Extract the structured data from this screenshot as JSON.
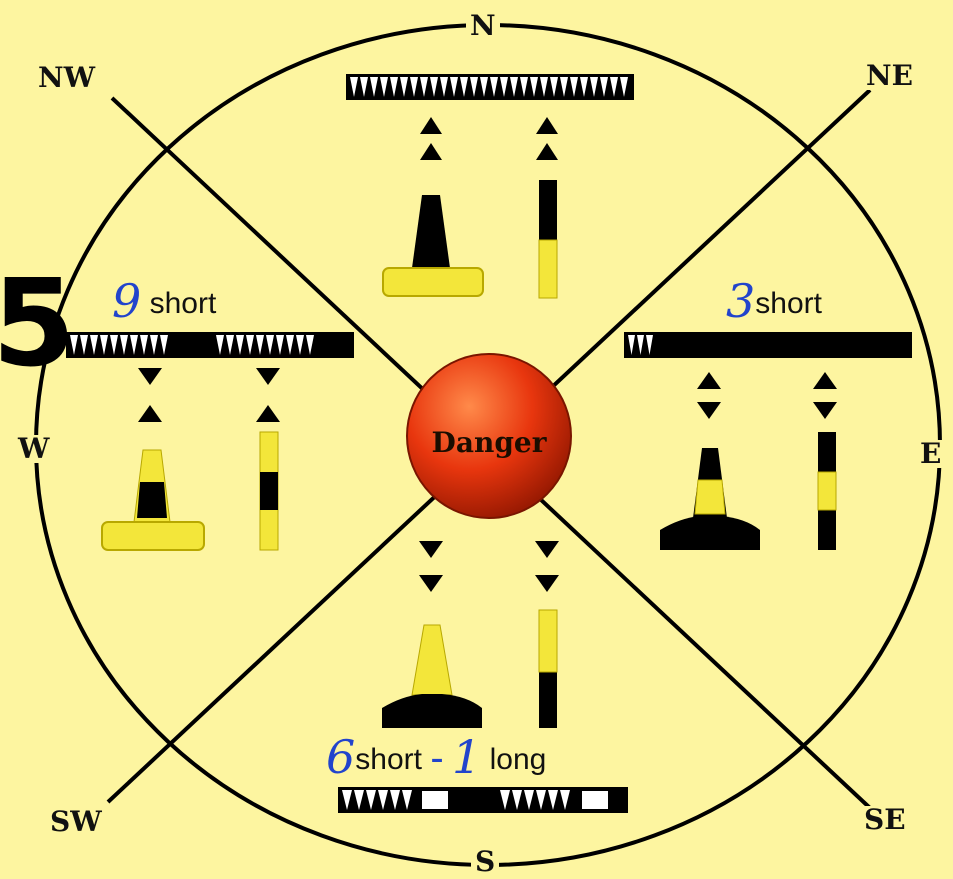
{
  "compass": {
    "north": "N",
    "north_east": "NE",
    "east": "E",
    "south_east": "SE",
    "south": "S",
    "south_west": "SW",
    "west": "W",
    "north_west": "NW"
  },
  "center": {
    "label": "Danger"
  },
  "edge_glyph": "5",
  "labels": {
    "west": {
      "count": "9",
      "text": "short"
    },
    "east": {
      "count": "3",
      "text": "short"
    },
    "south": {
      "count": "6",
      "text": "short",
      "dash": "-",
      "count2": "1",
      "text2": "long"
    }
  },
  "colors": {
    "background": "#fdf5a0",
    "mark_yellow": "#f3e63a",
    "mark_black": "#000000",
    "danger_red": "#e8360e",
    "count_blue": "#2244cc"
  },
  "icons": [
    "topmark-up-cone-icon",
    "topmark-down-cone-icon",
    "buoy-pillar-icon",
    "buoy-spar-icon"
  ]
}
